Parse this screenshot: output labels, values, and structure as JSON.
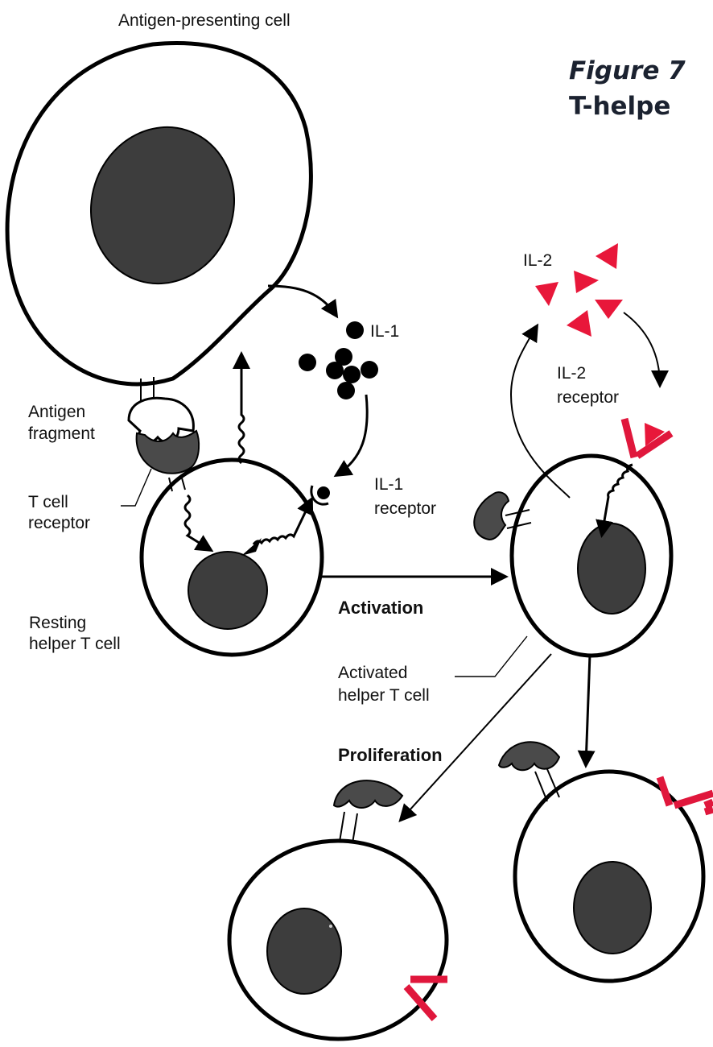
{
  "labels": {
    "apc": "Antigen-presenting cell",
    "figure_line1": "Figure 7",
    "figure_line2": "T-helpe",
    "il2": "IL-2",
    "il1": "IL-1",
    "il2_receptor_1": "IL-2",
    "il2_receptor_2": "receptor",
    "antigen_fragment_1": "Antigen",
    "antigen_fragment_2": "fragment",
    "tcell_receptor_1": "T cell",
    "tcell_receptor_2": "receptor",
    "il1_receptor_1": "IL-1",
    "il1_receptor_2": "receptor",
    "activation": "Activation",
    "resting_1": "Resting",
    "resting_2": "helper T cell",
    "activated_1": "Activated",
    "activated_2": "helper T cell",
    "proliferation": "Proliferation"
  },
  "colors": {
    "nucleus": "#3d3d3d",
    "il2_red": "#e8173a",
    "title_navy": "#1b2230"
  }
}
